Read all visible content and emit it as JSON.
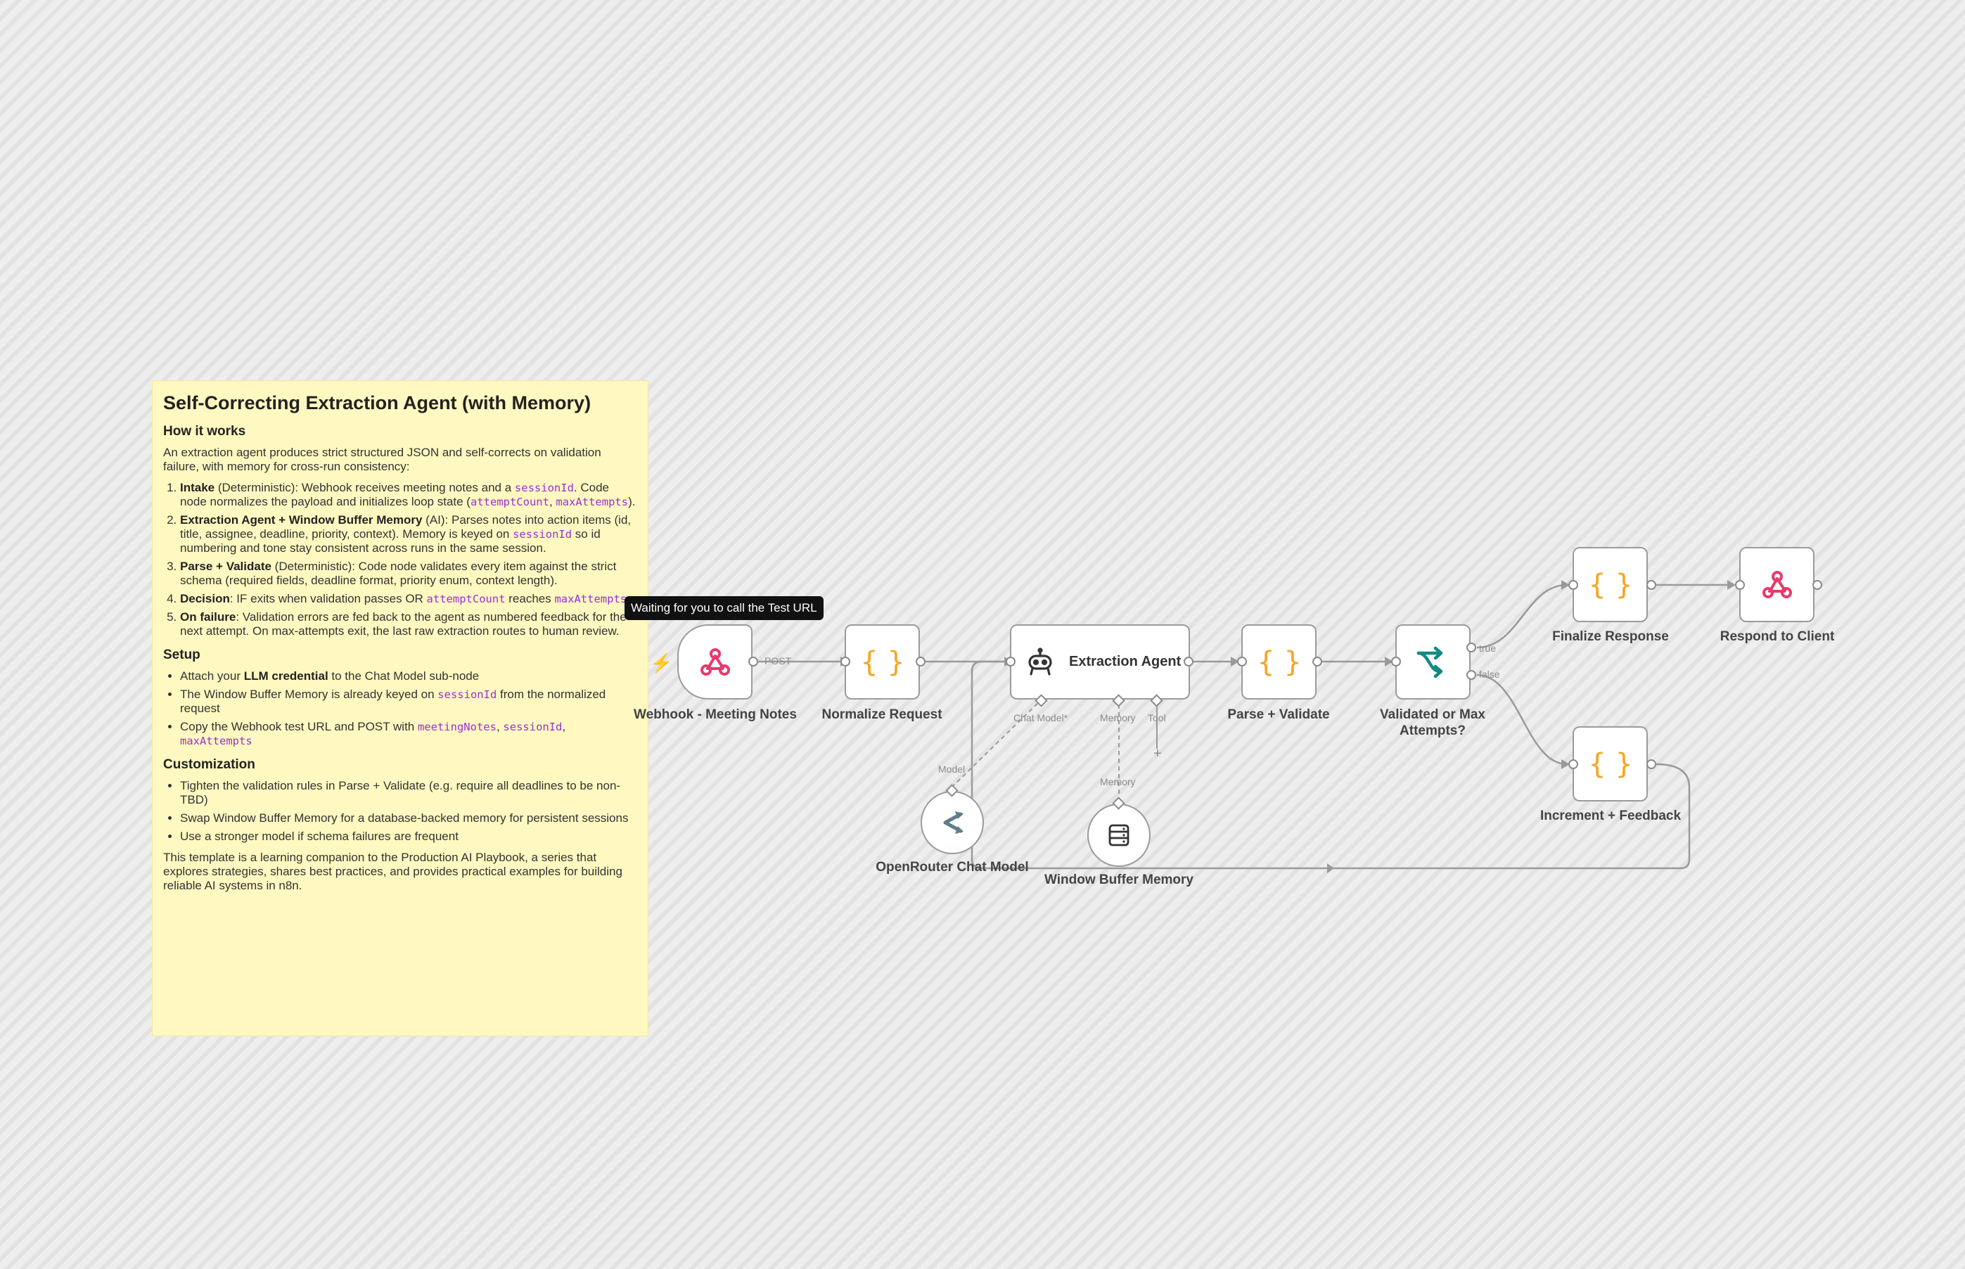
{
  "sticky": {
    "title": "Self-Correcting Extraction Agent (with Memory)",
    "how_heading": "How it works",
    "intro": "An extraction agent produces strict structured JSON and self-corrects on validation failure, with memory for cross-run consistency:",
    "steps": [
      {
        "bold": "Intake",
        "a": " (Deterministic): Webhook receives meeting notes and a ",
        "code1": "sessionId",
        "b": ". Code node normalizes the payload and initializes loop state (",
        "code2": "attemptCount",
        "c": ", ",
        "code3": "maxAttempts",
        "d": ")."
      },
      {
        "bold": "Extraction Agent + Window Buffer Memory",
        "a": " (AI): Parses notes into action items (id, title, assignee, deadline, priority, context). Memory is keyed on ",
        "code1": "sessionId",
        "b": " so id numbering and tone stay consistent across runs in the same session."
      },
      {
        "bold": "Parse + Validate",
        "a": " (Deterministic): Code node validates every item against the strict schema (required fields, deadline format, priority enum, context length)."
      },
      {
        "bold": "Decision",
        "a": ": IF exits when validation passes OR ",
        "code1": "attemptCount",
        "b": " reaches ",
        "code2": "maxAttempts",
        "c": "."
      },
      {
        "bold": "On failure",
        "a": ": Validation errors are fed back to the agent as numbered feedback for the next attempt. On max-attempts exit, the last raw extraction routes to human review."
      }
    ],
    "setup_heading": "Setup",
    "setup": [
      {
        "a": "Attach your ",
        "bold": "LLM credential",
        "b": " to the Chat Model sub-node"
      },
      {
        "a": "The Window Buffer Memory is already keyed on ",
        "code1": "sessionId",
        "b": " from the normalized request"
      },
      {
        "a": "Copy the Webhook test URL and POST with ",
        "code1": "meetingNotes",
        "b": ", ",
        "code2": "sessionId",
        "c": ", ",
        "code3": "maxAttempts"
      }
    ],
    "custom_heading": "Customization",
    "custom": [
      "Tighten the validation rules in Parse + Validate (e.g. require all deadlines to be non-TBD)",
      "Swap Window Buffer Memory for a database-backed memory for persistent sessions",
      "Use a stronger model if schema failures are frequent"
    ],
    "footer": "This template is a learning companion to the Production AI Playbook, a series that explores strategies, shares best practices, and provides practical examples for building reliable AI systems in n8n."
  },
  "tooltip": "Waiting for you to call the Test URL",
  "nodes": {
    "webhook": "Webhook - Meeting Notes",
    "normalize": "Normalize Request",
    "agent": "Extraction Agent",
    "parse": "Parse + Validate",
    "decision": "Validated or Max Attempts?",
    "finalize": "Finalize Response",
    "respond": "Respond to Client",
    "increment": "Increment + Feedback",
    "openrouter": "OpenRouter Chat Model",
    "memory": "Window Buffer Memory"
  },
  "edge_labels": {
    "post": "POST",
    "true": "true",
    "false": "false",
    "chat_model": "Chat Model*",
    "memory": "Memory",
    "tool": "Tool",
    "model": "Model",
    "memory_in": "Memory"
  },
  "colors": {
    "webhook_pink": "#e8396b",
    "code_orange": "#f5a623",
    "if_teal": "#138a84",
    "edge_gray": "#9a9a9a"
  }
}
